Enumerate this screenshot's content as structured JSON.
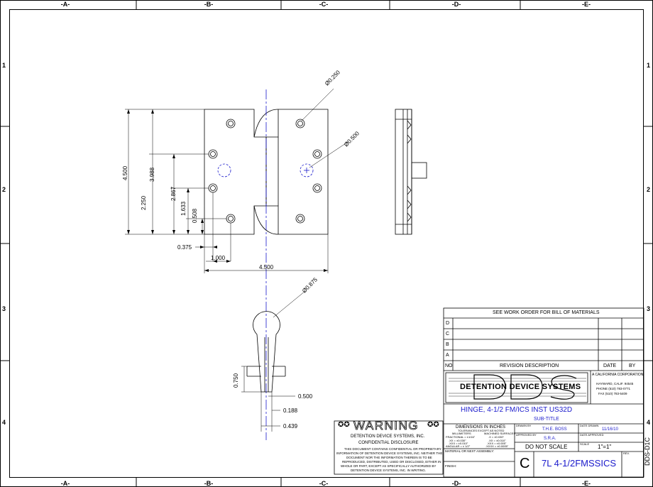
{
  "zones": {
    "columns": [
      "-A-",
      "-B-",
      "-C-",
      "-D-",
      "-E-"
    ],
    "rows": [
      "1",
      "2",
      "3",
      "4"
    ]
  },
  "dimensions": {
    "hole_dia": "Ø0.250",
    "pin_dia": "Ø0.500",
    "knuckle_dia": "Ø0.875",
    "overall_height": "4.500",
    "d3988": "3.988",
    "d2867": "2.867",
    "d2250": "2.250",
    "d1633": "1.633",
    "d0508": "0.508",
    "d0375": "0.375",
    "d1000": "1.000",
    "overall_width": "4.500",
    "d0750": "0.750",
    "d0500": "0.500",
    "d0188": "0.188",
    "d0439": "0.439"
  },
  "bom": {
    "header": "SEE WORK ORDER FOR BILL OF MATERIALS",
    "rev_letters": [
      "D",
      "C",
      "B",
      "A"
    ],
    "col_no": "NO",
    "col_desc": "REVISION DESCRIPTION",
    "col_date": "DATE",
    "col_by": "BY"
  },
  "company": {
    "logo_letters": "DDS",
    "name": "DETENTION DEVICE SYSTEMS",
    "tagline": "A CALIFORNIA CORPORATION",
    "address": "HAYWARD, CALIF. 94545",
    "phone": "PHONE (510) 783-0771",
    "fax": "FAX (510) 783-5409"
  },
  "title": {
    "main": "HINGE, 4-1/2 FM/ICS INST US32D",
    "sub": "SUB-TITLE"
  },
  "title_block": {
    "dims_label": "DIMENSIONS IN INCHES",
    "tolerance_label": "TOLERANCES EXCEPT AS NOTED",
    "millimeters": "MILLIMETERS",
    "machined": "MACHINED SURFACES",
    "tol_lines_left": [
      "FRACTIONAL = ±1/16\"",
      ".XX = ±0.030\"",
      ".XXX = ±0.010\"",
      "ANGULAR = ± 1/2°"
    ],
    "tol_lines_right": [
      ".X = ±0.030\"",
      ".XX = ±0.010\"",
      ".XXX = ±0.005\"",
      ".XXXX = ±0.0005\""
    ],
    "material_label": "MATERIAL OR NEXT ASSEMBLY:",
    "finish_label": "FINISH:",
    "drawn_by_label": "DRAWN BY",
    "drawn_by": "T.H.E. BOSS",
    "date_drawn_label": "DATE DRAWN",
    "date_drawn": "11/16/10",
    "approved_by_label": "APPROVED BY",
    "approved_by": "S.R.A.",
    "date_approved_label": "DATE APPROVED",
    "do_not_scale": "DO NOT SCALE",
    "scale_label": "SCALE",
    "scale": "1\"=1\"",
    "size": "C",
    "dwg_no": "7L 4-1/2FMSSICS",
    "rev_label": "REV."
  },
  "warning": {
    "heading": "WARNING",
    "company_line": "DETENTION DEVICE SYSTEMS, INC.",
    "disclosure": "CONFIDENTIAL DISCLOSURE",
    "body": [
      "THIS DOCUMENT CONTAINS CONFIDENTIAL OR PROPRIETARY",
      "INFORMATION OF DETENTION DEVICE SYSTEMS, INC. NEITHER THE",
      "DOCUMENT NOR THE INFORMATION THEREIN IS TO BE",
      "REPRODUCED, DISTRIBUTED, USED OR DISCLOSED, EITHER IN",
      "WHOLE OR PART, EXCEPT AS SPECIFICALLY AUTHORIZED BY",
      "DETENTION DEVICE SYSTEMS, INC. IN WRITING."
    ]
  },
  "side_code": "DDS-D1C"
}
